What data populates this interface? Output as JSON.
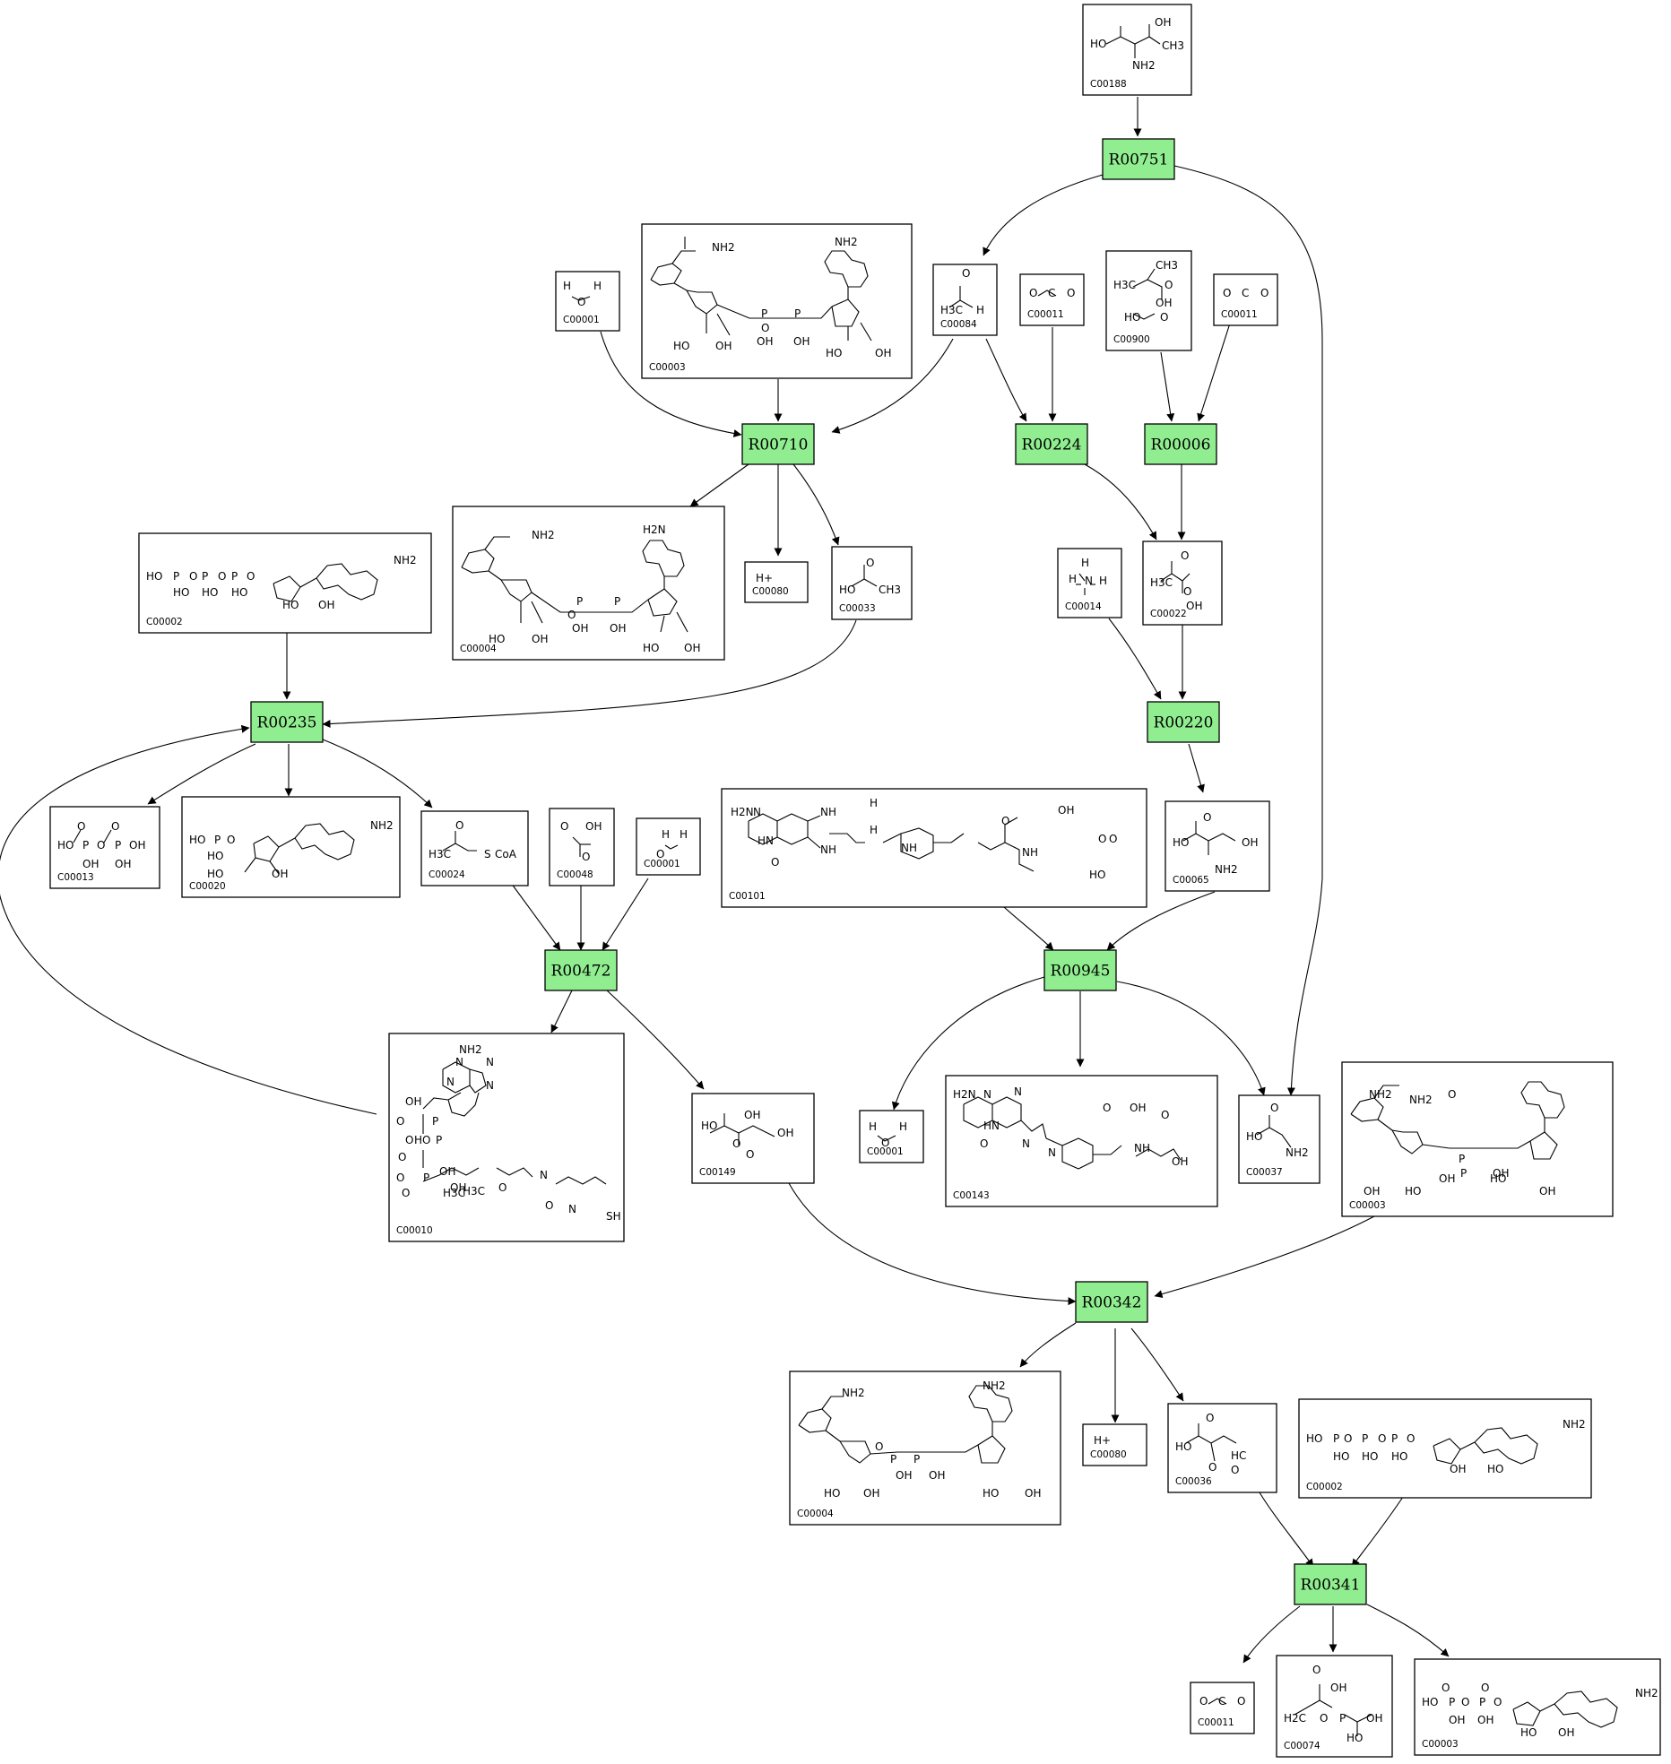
{
  "colors": {
    "reaction_fill": "#90ee90",
    "compound_fill": "#ffffff",
    "stroke": "#000000"
  },
  "reactions": [
    {
      "id": "R00751"
    },
    {
      "id": "R00710"
    },
    {
      "id": "R00224"
    },
    {
      "id": "R00006"
    },
    {
      "id": "R00235"
    },
    {
      "id": "R00220"
    },
    {
      "id": "R00472"
    },
    {
      "id": "R00945"
    },
    {
      "id": "R00342"
    },
    {
      "id": "R00341"
    }
  ],
  "compounds": [
    {
      "key": "c188",
      "id": "C00188",
      "glyphs": [
        "HO",
        "OH",
        "NH2",
        "CH3"
      ]
    },
    {
      "key": "c001a",
      "id": "C00001",
      "glyphs": [
        "H",
        "O",
        "H"
      ]
    },
    {
      "key": "c003a",
      "id": "C00003",
      "glyphs": [
        "NH2",
        "NH2",
        "O",
        "P",
        "P",
        "OH",
        "OH",
        "HO",
        "OH",
        "HO",
        "OH"
      ]
    },
    {
      "key": "c084",
      "id": "C00084",
      "glyphs": [
        "O",
        "H3C",
        "H"
      ]
    },
    {
      "key": "c011a",
      "id": "C00011",
      "glyphs": [
        "O",
        "C",
        "O"
      ]
    },
    {
      "key": "c900",
      "id": "C00900",
      "glyphs": [
        "CH3",
        "H3C",
        "O",
        "OH",
        "HO",
        "O"
      ]
    },
    {
      "key": "c011b",
      "id": "C00011",
      "glyphs": [
        "O",
        "C",
        "O"
      ]
    },
    {
      "key": "c002a",
      "id": "C00002",
      "glyphs": [
        "HO",
        "P",
        "O",
        "P",
        "O",
        "P",
        "O",
        "HO",
        "HO",
        "HO",
        "HO",
        "OH",
        "NH2"
      ]
    },
    {
      "key": "c004a",
      "id": "C00004",
      "glyphs": [
        "NH2",
        "H2N",
        "O",
        "P",
        "P",
        "OH",
        "OH",
        "HO",
        "OH",
        "HO",
        "OH"
      ]
    },
    {
      "key": "c080a",
      "id": "C00080",
      "glyphs": [
        "H+"
      ]
    },
    {
      "key": "c033",
      "id": "C00033",
      "glyphs": [
        "O",
        "HO",
        "CH3"
      ]
    },
    {
      "key": "c014",
      "id": "C00014",
      "glyphs": [
        "H",
        "H",
        "N",
        "H"
      ]
    },
    {
      "key": "c022",
      "id": "C00022",
      "glyphs": [
        "O",
        "H3C",
        "O",
        "OH"
      ]
    },
    {
      "key": "c013",
      "id": "C00013",
      "glyphs": [
        "O",
        "O",
        "HO",
        "P",
        "O",
        "P",
        "OH",
        "OH",
        "OH"
      ]
    },
    {
      "key": "c020",
      "id": "C00020",
      "glyphs": [
        "HO",
        "P",
        "O",
        "HO",
        "HO",
        "OH",
        "NH2"
      ]
    },
    {
      "key": "c024",
      "id": "C00024",
      "glyphs": [
        "O",
        "H3C",
        "S",
        "CoA"
      ]
    },
    {
      "key": "c048",
      "id": "C00048",
      "glyphs": [
        "O",
        "OH",
        "O"
      ]
    },
    {
      "key": "c001b",
      "id": "C00001",
      "glyphs": [
        "H",
        "O",
        "H"
      ]
    },
    {
      "key": "c101",
      "id": "C00101",
      "glyphs": [
        "H2N",
        "N",
        "NH",
        "HN",
        "NH",
        "O",
        "H",
        "H",
        "NH",
        "O",
        "OH",
        "NH",
        "O",
        "O",
        "HO"
      ]
    },
    {
      "key": "c065",
      "id": "C00065",
      "glyphs": [
        "O",
        "HO",
        "OH",
        "NH2"
      ]
    },
    {
      "key": "c010",
      "id": "C00010",
      "glyphs": [
        "NH2",
        "N",
        "N",
        "N",
        "N",
        "OH",
        "O",
        "P",
        "O",
        "HO",
        "P",
        "O",
        "O",
        "P",
        "O",
        "OH",
        "H3C",
        "OH",
        "H3C",
        "O",
        "N",
        "O",
        "N",
        "SH"
      ]
    },
    {
      "key": "c149",
      "id": "C00149",
      "glyphs": [
        "HO",
        "OH",
        "O",
        "O",
        "OH"
      ]
    },
    {
      "key": "c001c",
      "id": "C00001",
      "glyphs": [
        "H",
        "O",
        "H"
      ]
    },
    {
      "key": "c143",
      "id": "C00143",
      "glyphs": [
        "H2N",
        "N",
        "N",
        "HN",
        "O",
        "N",
        "N",
        "O",
        "OH",
        "NH",
        "O",
        "OH"
      ]
    },
    {
      "key": "c037",
      "id": "C00037",
      "glyphs": [
        "O",
        "HO",
        "NH2"
      ]
    },
    {
      "key": "c003b",
      "id": "C00003",
      "glyphs": [
        "NH2",
        "NH2",
        "O",
        "P",
        "P",
        "OH",
        "OH",
        "HO",
        "OH",
        "HO",
        "OH"
      ]
    },
    {
      "key": "c004b",
      "id": "C00004",
      "glyphs": [
        "NH2",
        "NH2",
        "O",
        "P",
        "P",
        "OH",
        "OH",
        "HO",
        "OH",
        "HO",
        "OH"
      ]
    },
    {
      "key": "c080b",
      "id": "C00080",
      "glyphs": [
        "H+"
      ]
    },
    {
      "key": "c036",
      "id": "C00036",
      "glyphs": [
        "O",
        "HO",
        "O",
        "HC",
        "O"
      ]
    },
    {
      "key": "c002b",
      "id": "C00002",
      "glyphs": [
        "HO",
        "P",
        "O",
        "P",
        "O",
        "P",
        "O",
        "HO",
        "HO",
        "HO",
        "OH",
        "HO",
        "NH2"
      ]
    },
    {
      "key": "c011c",
      "id": "C00011",
      "glyphs": [
        "O",
        "C",
        "O"
      ]
    },
    {
      "key": "c074",
      "id": "C00074",
      "glyphs": [
        "O",
        "OH",
        "H2C",
        "O",
        "P",
        "OH",
        "HO"
      ]
    },
    {
      "key": "c003c",
      "id": "C00003",
      "glyphs": [
        "O",
        "O",
        "HO",
        "P",
        "O",
        "P",
        "O",
        "OH",
        "OH",
        "HO",
        "OH",
        "NH2"
      ]
    }
  ]
}
